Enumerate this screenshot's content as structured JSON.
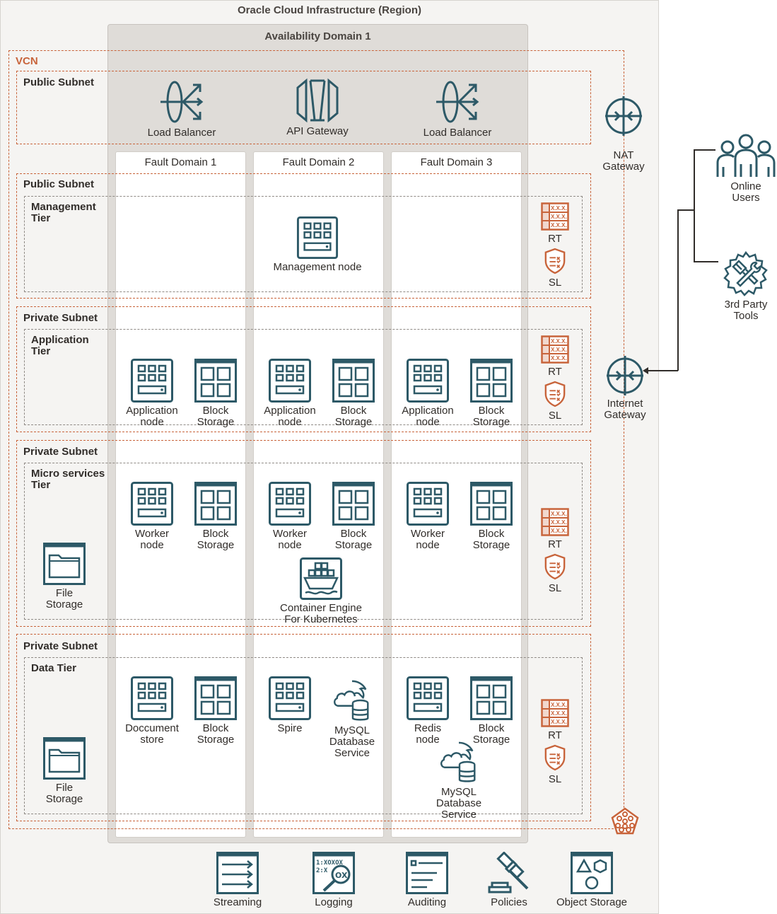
{
  "region_title": "Oracle Cloud Infrastructure (Region)",
  "availability_domain": "Availability Domain 1",
  "vcn_label": "VCN",
  "fault_domains": [
    "Fault Domain 1",
    "Fault Domain 2",
    "Fault Domain 3"
  ],
  "public_subnet_top": {
    "label": "Public Subnet",
    "items": [
      "Load Balancer",
      "API Gateway",
      "Load Balancer"
    ]
  },
  "nat_gateway": "NAT\nGateway",
  "internet_gateway": "Internet\nGateway",
  "online_users": "Online\nUsers",
  "third_party_tools": "3rd Party\nTools",
  "rt": "RT",
  "sl": "SL",
  "rt_icon_text": "X.X.X.",
  "management": {
    "subnet": "Public Subnet",
    "tier": "Management\nTier",
    "node": "Management node"
  },
  "application": {
    "subnet": "Private Subnet",
    "tier": "Application\nTier",
    "node": "Application\nnode",
    "storage": "Block\nStorage"
  },
  "microservices": {
    "subnet": "Private Subnet",
    "tier": "Micro services\nTier",
    "node": "Worker\nnode",
    "storage": "Block\nStorage",
    "file_storage": "File\nStorage",
    "oke": "Container Engine\nFor Kubernetes"
  },
  "data": {
    "subnet": "Private Subnet",
    "tier": "Data Tier",
    "document_store": "Doccument\nstore",
    "block_storage": "Block\nStorage",
    "spire": "Spire",
    "mysql": "MySQL\nDatabase\nService",
    "redis": "Redis\nnode",
    "file_storage": "File\nStorage"
  },
  "services": [
    "Streaming",
    "Logging",
    "Auditing",
    "Policies",
    "Object Storage"
  ],
  "logging_icon_text": [
    "1:XOXOX",
    "2:X",
    "OX"
  ],
  "colors": {
    "teal": "#2d5967",
    "orange": "#c8643b",
    "region_bg": "#f5f4f2",
    "ad_bg": "#dfdcd8"
  }
}
